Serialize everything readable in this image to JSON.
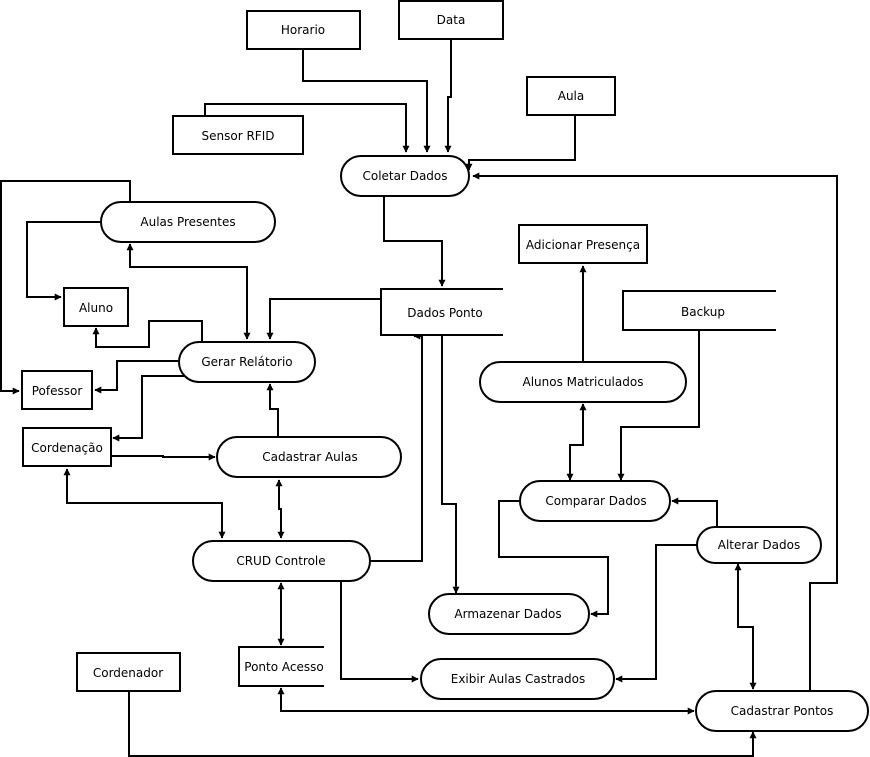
{
  "diagram": {
    "type": "data-flow",
    "colors": {
      "stroke": "#000000",
      "fill": "#ffffff",
      "background": "#ffffff"
    },
    "entities": {
      "horario": "Horario",
      "data": "Data",
      "aula": "Aula",
      "sensor_rfid": "Sensor RFID",
      "aluno": "Aluno",
      "pofessor": "Pofessor",
      "cordenacao": "Cordenação",
      "cordenador": "Cordenador",
      "adicionar_presenca": "Adicionar Presença"
    },
    "stores": {
      "dados_ponto": "Dados Ponto",
      "backup": "Backup",
      "ponto_acesso": "Ponto Acesso"
    },
    "processes": {
      "coletar_dados": "Coletar Dados",
      "aulas_presentes": "Aulas Presentes",
      "gerar_relatorio": "Gerar Relátorio",
      "cadastrar_aulas": "Cadastrar Aulas",
      "crud_controle": "CRUD Controle",
      "alunos_matriculados": "Alunos Matriculados",
      "comparar_dados": "Comparar Dados",
      "alterar_dados": "Alterar Dados",
      "armazenar_dados": "Armazenar Dados",
      "exibir_aulas_castrados": "Exibir Aulas Castrados",
      "cadastrar_pontos": "Cadastrar Pontos"
    },
    "flows": [
      [
        "Horario",
        "Coletar Dados"
      ],
      [
        "Data",
        "Coletar Dados"
      ],
      [
        "Sensor RFID",
        "Coletar Dados"
      ],
      [
        "Aula",
        "Coletar Dados"
      ],
      [
        "Cadastrar Pontos",
        "Coletar Dados"
      ],
      [
        "Coletar Dados",
        "Dados Ponto"
      ],
      [
        "Dados Ponto",
        "Gerar Relátorio"
      ],
      [
        "Dados Ponto",
        "Armazenar Dados"
      ],
      [
        "CRUD Controle",
        "Dados Ponto"
      ],
      [
        "Aulas Presentes",
        "Gerar Relátorio",
        "both"
      ],
      [
        "Aulas Presentes",
        "Aluno"
      ],
      [
        "Aulas Presentes",
        "Pofessor"
      ],
      [
        "Gerar Relátorio",
        "Aluno"
      ],
      [
        "Gerar Relátorio",
        "Pofessor"
      ],
      [
        "Gerar Relátorio",
        "Cordenação"
      ],
      [
        "Cadastrar Aulas",
        "Gerar Relátorio"
      ],
      [
        "Cordenação",
        "Cadastrar Aulas"
      ],
      [
        "Cordenação",
        "CRUD Controle",
        "both"
      ],
      [
        "Cadastrar Aulas",
        "CRUD Controle",
        "both"
      ],
      [
        "CRUD Controle",
        "Ponto Acesso",
        "both"
      ],
      [
        "CRUD Controle",
        "Exibir Aulas Castrados"
      ],
      [
        "Alunos Matriculados",
        "Adicionar Presença"
      ],
      [
        "Alunos Matriculados",
        "Comparar Dados",
        "both"
      ],
      [
        "Backup",
        "Comparar Dados"
      ],
      [
        "Alterar Dados",
        "Comparar Dados"
      ],
      [
        "Comparar Dados",
        "Armazenar Dados"
      ],
      [
        "Alterar Dados",
        "Exibir Aulas Castrados"
      ],
      [
        "Alterar Dados",
        "Cadastrar Pontos",
        "both"
      ],
      [
        "Cadastrar Pontos",
        "Ponto Acesso"
      ],
      [
        "Cordenador",
        "Cadastrar Pontos"
      ]
    ]
  }
}
